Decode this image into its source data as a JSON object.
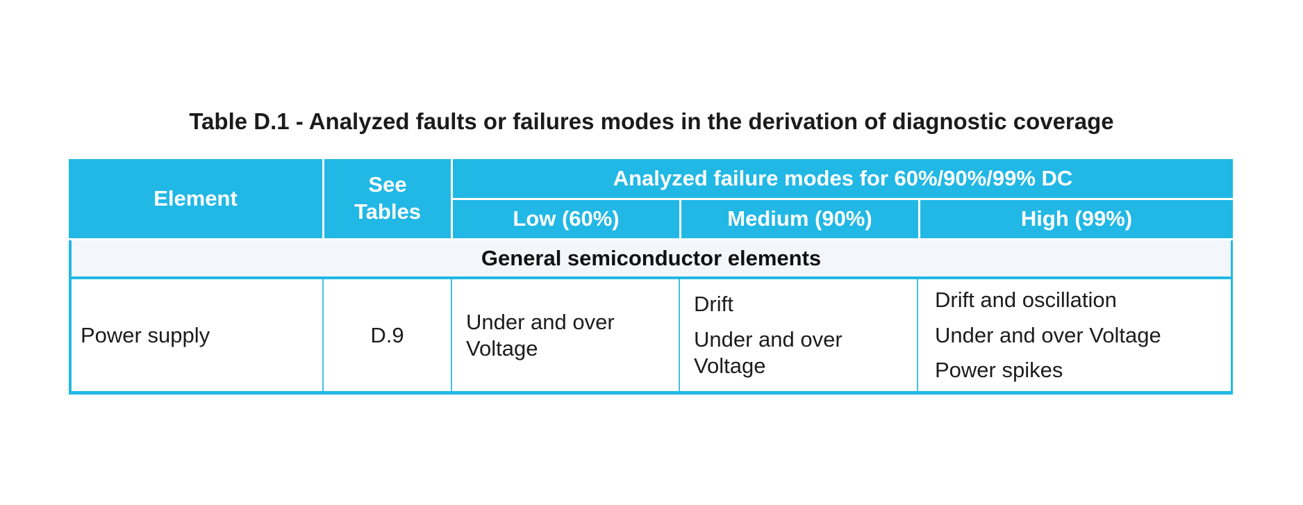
{
  "caption": "Table D.1 - Analyzed faults or failures modes in the derivation of diagnostic coverage",
  "colors": {
    "header_bg": "#22b8e5",
    "header_text": "#ffffff",
    "section_bg": "#f3f7fb",
    "border": "#22b8e5",
    "body_text": "#1c1c1c"
  },
  "table": {
    "columns": [
      {
        "label": "Element"
      },
      {
        "label": "See Tables"
      },
      {
        "label": "Low (60%)"
      },
      {
        "label": "Medium (90%)"
      },
      {
        "label": "High (99%)"
      }
    ],
    "group_header": "Analyzed failure modes for 60%/90%/99% DC",
    "section_header": "General semiconductor elements",
    "rows": [
      {
        "element": "Power supply",
        "see_tables": "D.9",
        "low": "Under and over Voltage",
        "medium": [
          "Drift",
          "Under and over Voltage"
        ],
        "high": [
          "Drift and oscillation",
          "Under and over Voltage",
          "Power spikes"
        ]
      }
    ]
  }
}
